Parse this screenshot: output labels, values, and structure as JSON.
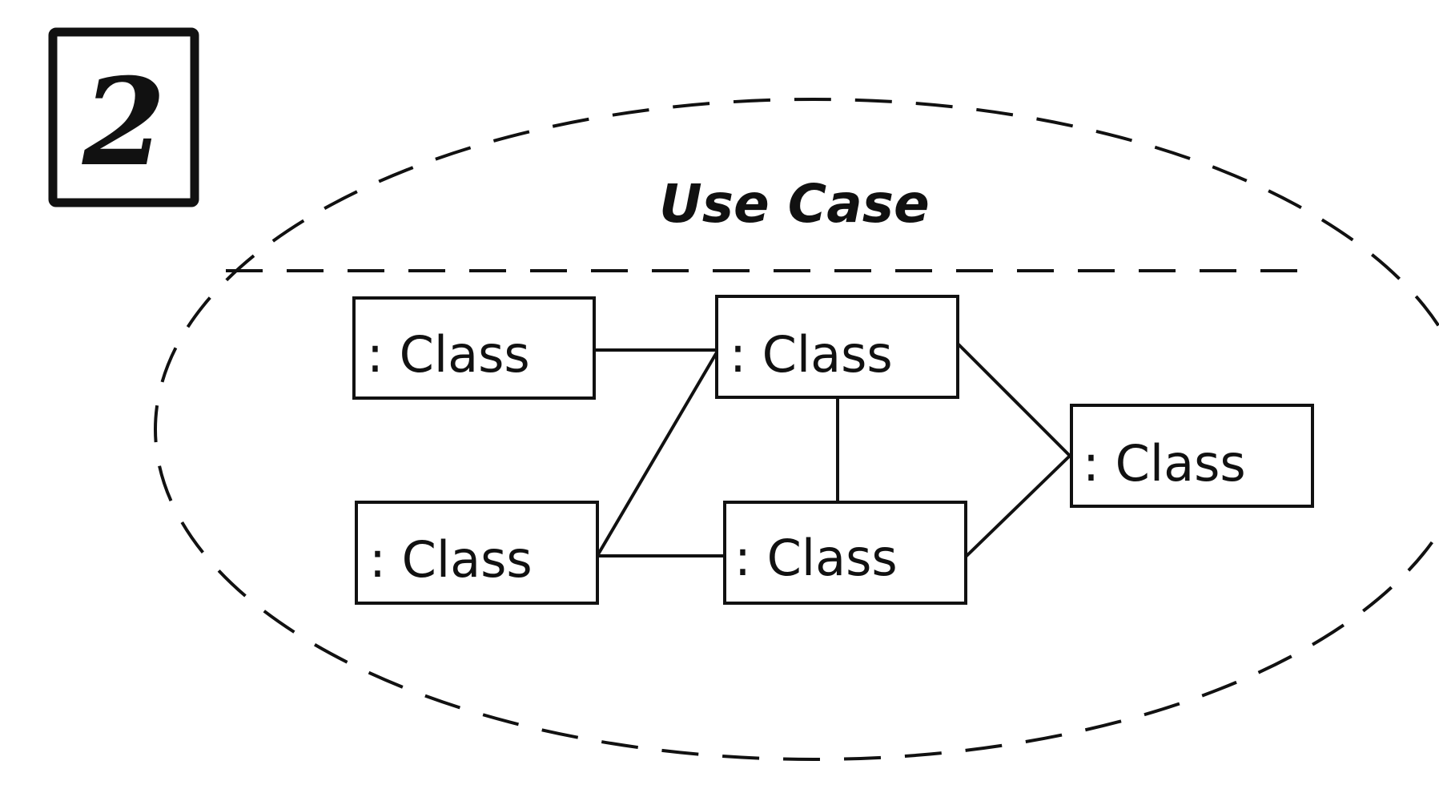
{
  "badge": {
    "label": "2"
  },
  "use_case": {
    "title": "Use Case"
  },
  "classes": [
    {
      "label": ": Class"
    },
    {
      "label": ": Class"
    },
    {
      "label": ": Class"
    },
    {
      "label": ": Class"
    },
    {
      "label": ": Class"
    }
  ],
  "colors": {
    "ink": "#111111",
    "background": "#ffffff"
  }
}
